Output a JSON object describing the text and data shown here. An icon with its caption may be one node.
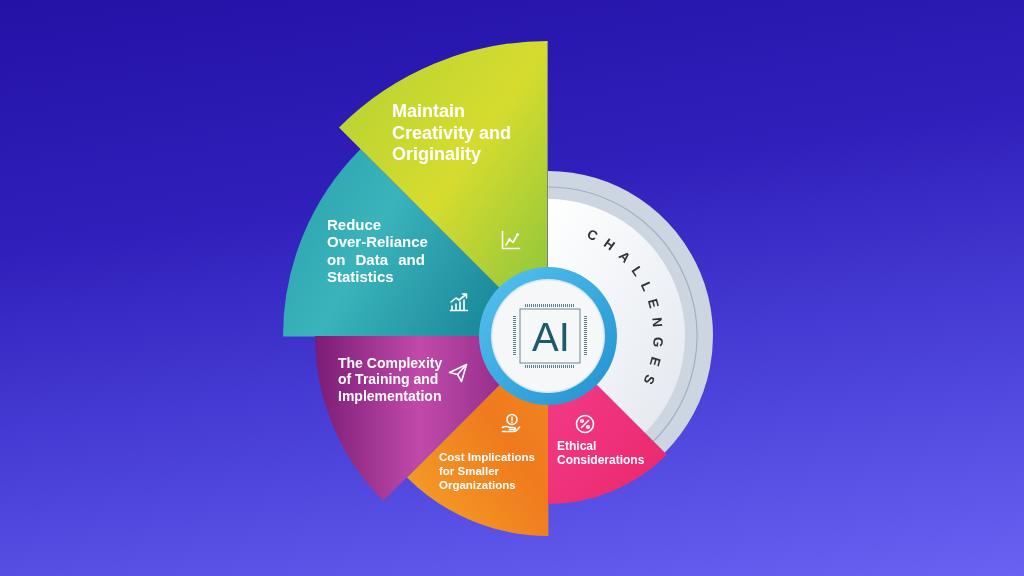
{
  "diagram": {
    "nodes": [
      {
        "text": [
          "Maintain Creativity and Originality"
        ]
      },
      {
        "text": [
          "Reduce Over-Reliance on Data and Statistics"
        ]
      },
      {
        "text": [
          "CHALLENGES"
        ]
      },
      {
        "text": [
          "AI"
        ]
      },
      {
        "text": [
          "The Complexity of Training and Implementation"
        ]
      },
      {
        "text": [
          "Cost Implications for Smaller Organizations"
        ]
      },
      {
        "text": [
          "Ethical Considerations"
        ]
      }
    ]
  }
}
